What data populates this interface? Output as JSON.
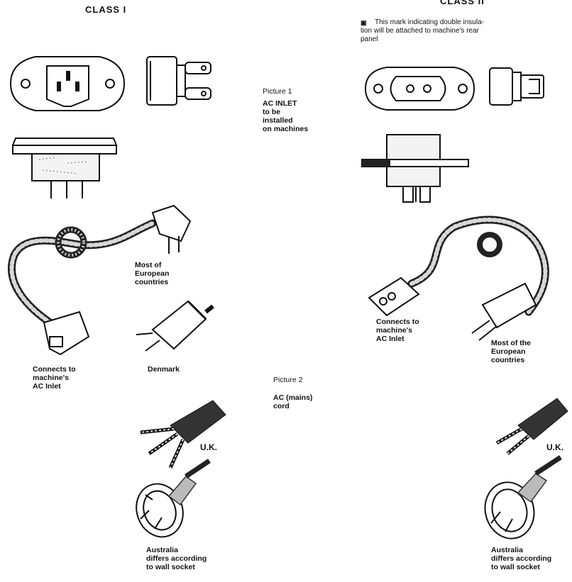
{
  "class1_title": "CLASS I",
  "class2_title": "CLASS II",
  "double_insulation_note": "This mark indicating double insula-\ntion will be attached to machine's rear\npanel",
  "picture1": {
    "label": "Picture 1",
    "caption": "AC INLET\nto be\ninstalled\non machines"
  },
  "picture2": {
    "label": "Picture 2",
    "caption": "AC (mains)\ncord"
  },
  "class1_labels": {
    "europe": "Most of\nEuropean\ncountries",
    "denmark": "Denmark",
    "connects": "Connects to\nmachine's\nAC Inlet",
    "uk": "U.K.",
    "australia": "Australia\ndiffers according\nto wall socket"
  },
  "class2_labels": {
    "connects": "Connects to\nmachine's\nAC Inlet",
    "europe": "Most of the\nEuropean\ncountries",
    "uk": "U.K.",
    "australia": "Australia\ndiffers according\nto wall socket"
  },
  "double_insulation_symbol": "double-square-icon"
}
